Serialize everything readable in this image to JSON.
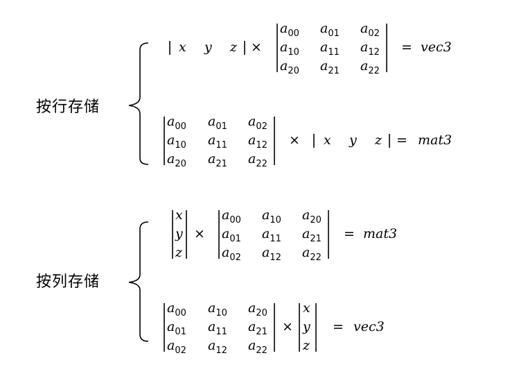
{
  "sections": [
    {
      "label": "按行存储",
      "eq1": {
        "vec": [
          "x",
          "y",
          "z"
        ],
        "mat": [
          [
            "a",
            "00"
          ],
          [
            "a",
            "01"
          ],
          [
            "a",
            "02"
          ],
          [
            "a",
            "10"
          ],
          [
            "a",
            "11"
          ],
          [
            "a",
            "12"
          ],
          [
            "a",
            "20"
          ],
          [
            "a",
            "21"
          ],
          [
            "a",
            "22"
          ]
        ],
        "times": "×",
        "equals": "=",
        "result": "vec3"
      },
      "eq2": {
        "mat": [
          [
            "a",
            "00"
          ],
          [
            "a",
            "01"
          ],
          [
            "a",
            "02"
          ],
          [
            "a",
            "10"
          ],
          [
            "a",
            "11"
          ],
          [
            "a",
            "12"
          ],
          [
            "a",
            "20"
          ],
          [
            "a",
            "21"
          ],
          [
            "a",
            "22"
          ]
        ],
        "vec": [
          "x",
          "y",
          "z"
        ],
        "times": "×",
        "equals": "=",
        "result": "mat3"
      }
    },
    {
      "label": "按列存储",
      "eq1": {
        "vec": [
          "x",
          "y",
          "z"
        ],
        "mat": [
          [
            "a",
            "00"
          ],
          [
            "a",
            "10"
          ],
          [
            "a",
            "20"
          ],
          [
            "a",
            "01"
          ],
          [
            "a",
            "11"
          ],
          [
            "a",
            "21"
          ],
          [
            "a",
            "02"
          ],
          [
            "a",
            "12"
          ],
          [
            "a",
            "22"
          ]
        ],
        "times": "×",
        "equals": "=",
        "result": "mat3"
      },
      "eq2": {
        "mat": [
          [
            "a",
            "00"
          ],
          [
            "a",
            "10"
          ],
          [
            "a",
            "20"
          ],
          [
            "a",
            "01"
          ],
          [
            "a",
            "11"
          ],
          [
            "a",
            "21"
          ],
          [
            "a",
            "02"
          ],
          [
            "a",
            "12"
          ],
          [
            "a",
            "22"
          ]
        ],
        "vec": [
          "x",
          "y",
          "z"
        ],
        "times": "×",
        "equals": "=",
        "result": "vec3"
      }
    }
  ]
}
